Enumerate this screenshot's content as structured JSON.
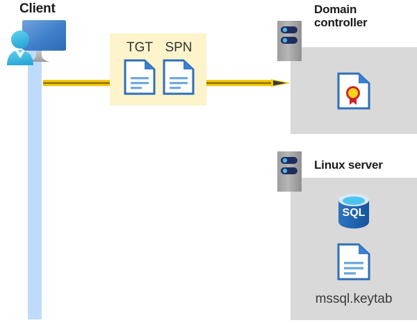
{
  "diagram": {
    "title_client": "Client",
    "title_domain_controller": "Domain controller",
    "title_linux_server": "Linux server",
    "token_box": {
      "tgt_label": "TGT",
      "spn_label": "SPN"
    },
    "linux_contents": {
      "database_label": "SQL",
      "keytab_filename": "mssql.keytab"
    },
    "colors": {
      "highlight_box": "#fdf4cc",
      "panel_gray": "#d9d9d9",
      "arrow_yellow": "#f2c200",
      "arrow_core": "#d4a600",
      "lifeline_blue": "#bfdbfb",
      "doc_blue": "#3a76c4",
      "sql_blue": "#1f62ad",
      "seal_yellow": "#f7d417",
      "seal_red": "#cc2229",
      "server_gray": "#a6a6a6",
      "server_bar": "#1f2d5c",
      "server_led": "#4fa8e0",
      "title_text": "#1a1a1a",
      "label_text": "#333333"
    },
    "icons": {
      "client": "user-monitor-icon",
      "tgt_document": "document-icon",
      "spn_document": "document-icon",
      "certificate": "certificate-document-icon",
      "database": "sql-database-icon",
      "keytab_document": "document-icon",
      "dc_server": "server-rack-icon",
      "linux_server": "server-rack-icon",
      "flow_arrow": "arrow-right-icon"
    }
  }
}
